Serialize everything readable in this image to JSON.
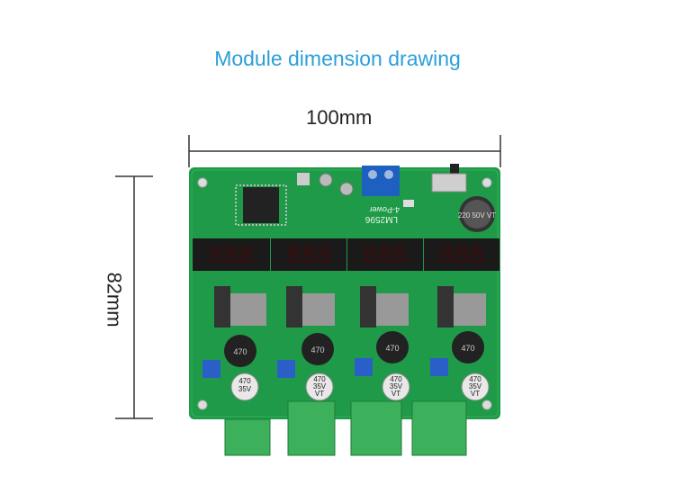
{
  "title": "Module dimension drawing",
  "dimensions": {
    "width_label": "100mm",
    "height_label": "82mm"
  },
  "board": {
    "silkscreen": "LM2596",
    "silkscreen2": "4-Power",
    "top_capacitor": "220 50V VT",
    "inductor_label": "470",
    "capacitor_lines": [
      "470",
      "35V",
      "VT"
    ],
    "display_digits": "888",
    "channels": 4
  },
  "colors": {
    "title": "#2a9fd8",
    "pcb": "#1f9a48",
    "terminal": "#3cb05a"
  }
}
